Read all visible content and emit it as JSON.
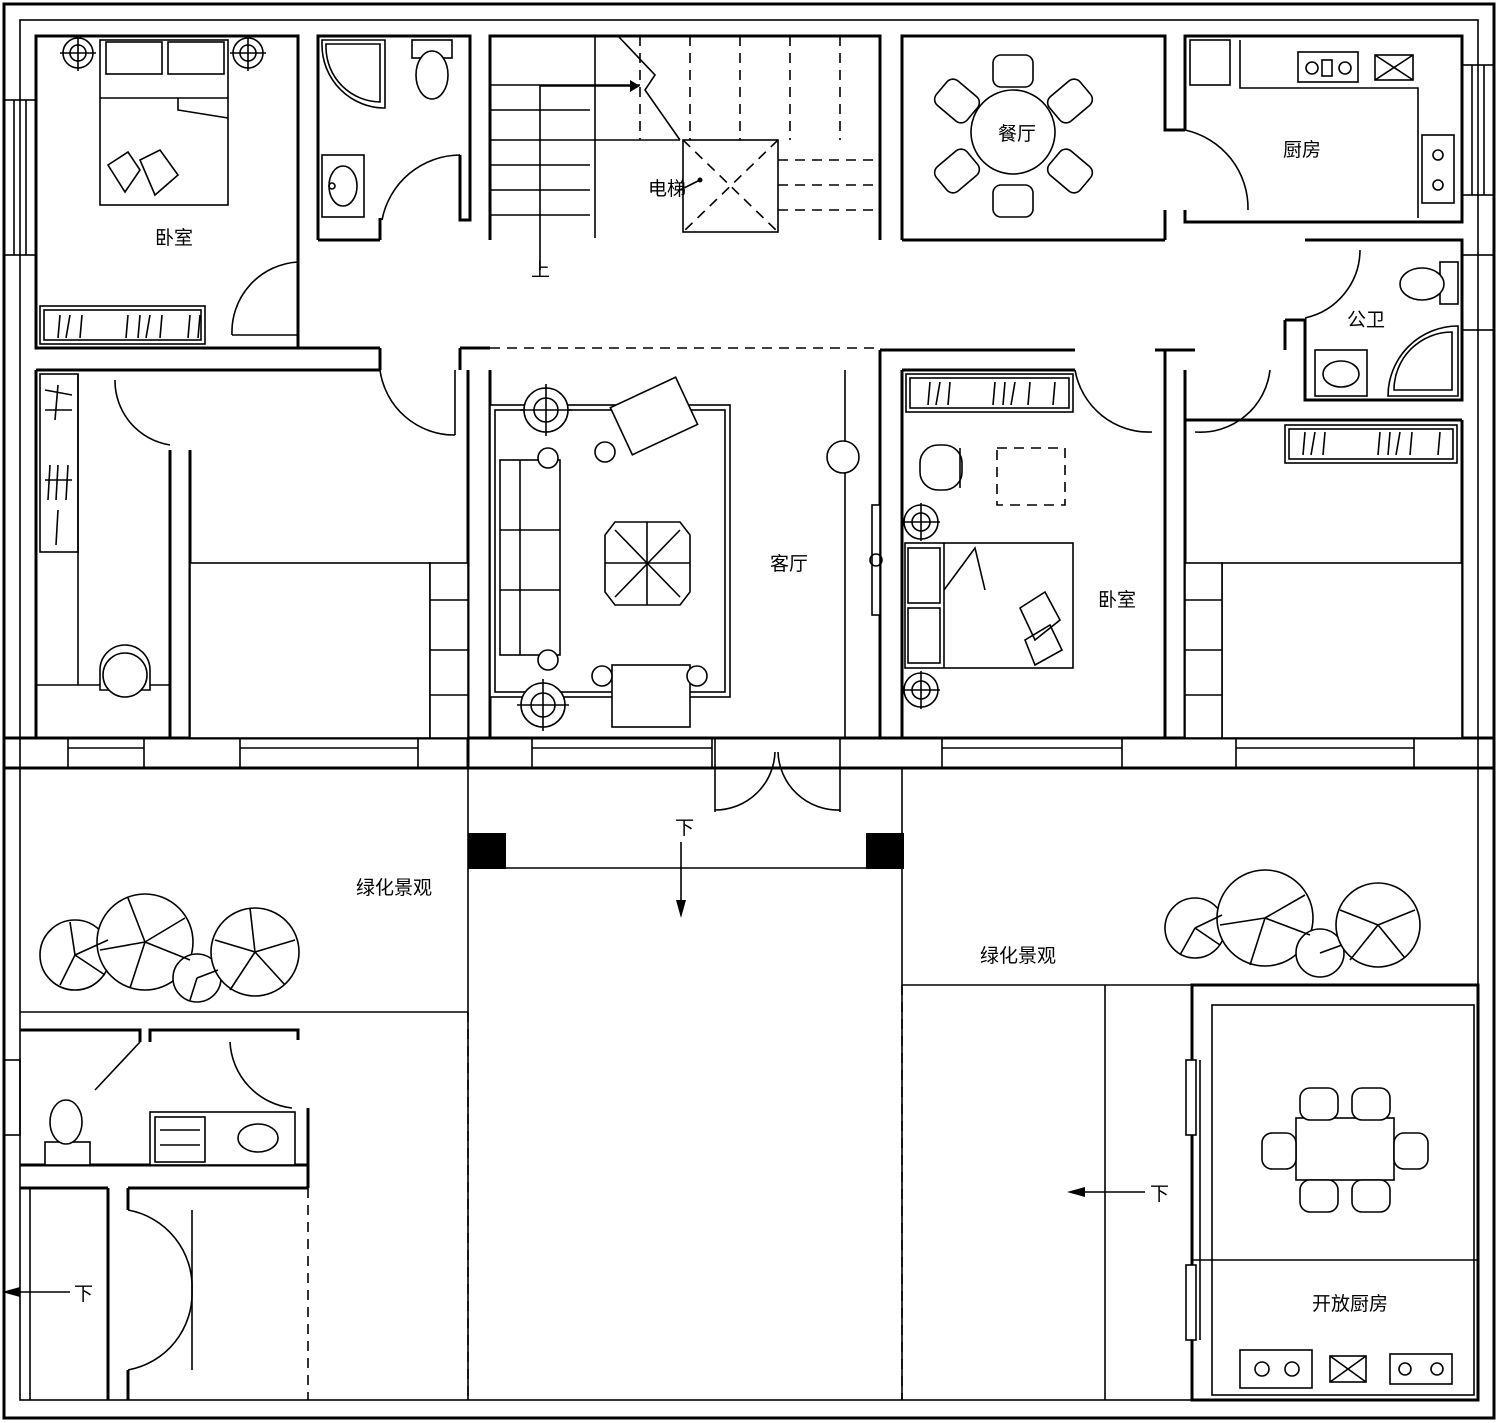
{
  "labels": {
    "bedroom_nw": "卧室",
    "stair_up": "上",
    "elevator": "电梯",
    "dining": "餐厅",
    "kitchen": "厨房",
    "public_bath": "公卫",
    "living": "客厅",
    "bedroom_mid": "卧室",
    "down_center": "下",
    "garden_left": "绿化景观",
    "garden_right": "绿化景观",
    "down_right": "下",
    "down_left": "下",
    "open_kitchen": "开放厨房"
  }
}
